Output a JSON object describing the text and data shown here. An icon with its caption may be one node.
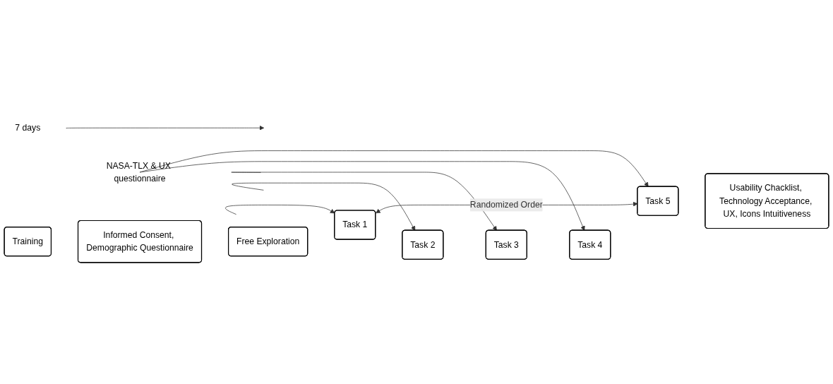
{
  "diagram": {
    "nodes": [
      {
        "text": [
          "Training"
        ]
      },
      {
        "text": [
          "Informed Consent, Demographic Questionnaire"
        ]
      },
      {
        "text": [
          "Free Exploration"
        ]
      },
      {
        "text": [
          "Task 1"
        ]
      },
      {
        "text": [
          "Task 2"
        ]
      },
      {
        "text": [
          "Task 3"
        ]
      },
      {
        "text": [
          "Task 4"
        ]
      },
      {
        "text": [
          "Task 5"
        ]
      },
      {
        "text": [
          "Usability Chacklist, Technology Acceptance, UX, Icons Intuitiveness"
        ]
      },
      {
        "text": [
          "7 days"
        ]
      },
      {
        "text": [
          "NASA-TLX & UX questionnaire"
        ]
      }
    ],
    "edges": [
      {
        "from": 3,
        "to": 7,
        "label": "Randomized Order",
        "arrow": "both"
      },
      {
        "from": 9,
        "to": null,
        "arrow": "to"
      },
      {
        "from": 10,
        "to": 3,
        "arrow": "to"
      },
      {
        "from": 10,
        "to": 4,
        "arrow": "to"
      },
      {
        "from": 10,
        "to": 5,
        "arrow": "to"
      },
      {
        "from": 10,
        "to": 6,
        "arrow": "to"
      },
      {
        "from": 10,
        "to": 7,
        "arrow": "to"
      }
    ]
  }
}
